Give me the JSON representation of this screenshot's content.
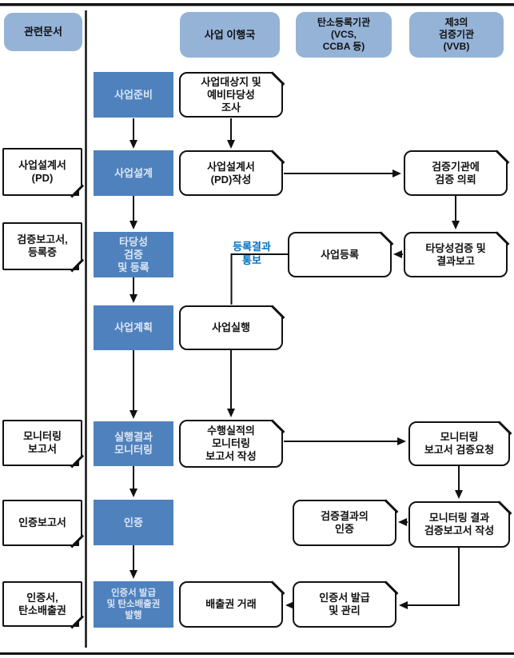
{
  "colors": {
    "header_fill": "#95B3D7",
    "process_fill": "#4F81BD",
    "process_text": "#DCE6F2",
    "line_color": "#111111",
    "label_blue": "#0070C0"
  },
  "lanes": {
    "headers": [
      {
        "label": "관련문서"
      },
      {
        "label": "사업 이행국"
      },
      {
        "label": "탄소등록기관\n(VCS,\nCCBA 등)"
      },
      {
        "label": "제3의\n검증기관\n(VVB)"
      }
    ]
  },
  "documents": {
    "items": [
      {
        "label": "사업설계서\n(PD)"
      },
      {
        "label": "검증보고서,\n등록증"
      },
      {
        "label": "모니터링\n보고서"
      },
      {
        "label": "인증보고서"
      },
      {
        "label": "인증서,\n탄소배출권"
      }
    ]
  },
  "stages": {
    "items": [
      {
        "label": "사업준비"
      },
      {
        "label": "사업설계"
      },
      {
        "label": "타당성\n검증\n및 등록"
      },
      {
        "label": "사업계획"
      },
      {
        "label": "실행결과\n모니터링"
      },
      {
        "label": "인증"
      },
      {
        "label": "인증서 발급\n및 탄소배출권\n발행"
      }
    ]
  },
  "host": {
    "items": [
      {
        "label": "사업대상지 및\n예비타당성\n조사"
      },
      {
        "label": "사업설계서\n(PD)작성"
      },
      {
        "label": "사업실행"
      },
      {
        "label": "수행실적의\n모니터링\n보고서 작성"
      },
      {
        "label": "배출권 거래"
      }
    ]
  },
  "registry": {
    "items": [
      {
        "label": "사업등록"
      },
      {
        "label": "검증결과의\n인증"
      },
      {
        "label": "인증서 발급\n및 관리"
      }
    ]
  },
  "verifier": {
    "items": [
      {
        "label": "검증기관에\n검증 의뢰"
      },
      {
        "label": "타당성검증 및\n결과보고"
      },
      {
        "label": "모니터링\n보고서 검증요청"
      },
      {
        "label": "모니터링 결과\n검증보고서 작성"
      }
    ]
  },
  "edge_label": {
    "text": "등록결과\n통보"
  }
}
